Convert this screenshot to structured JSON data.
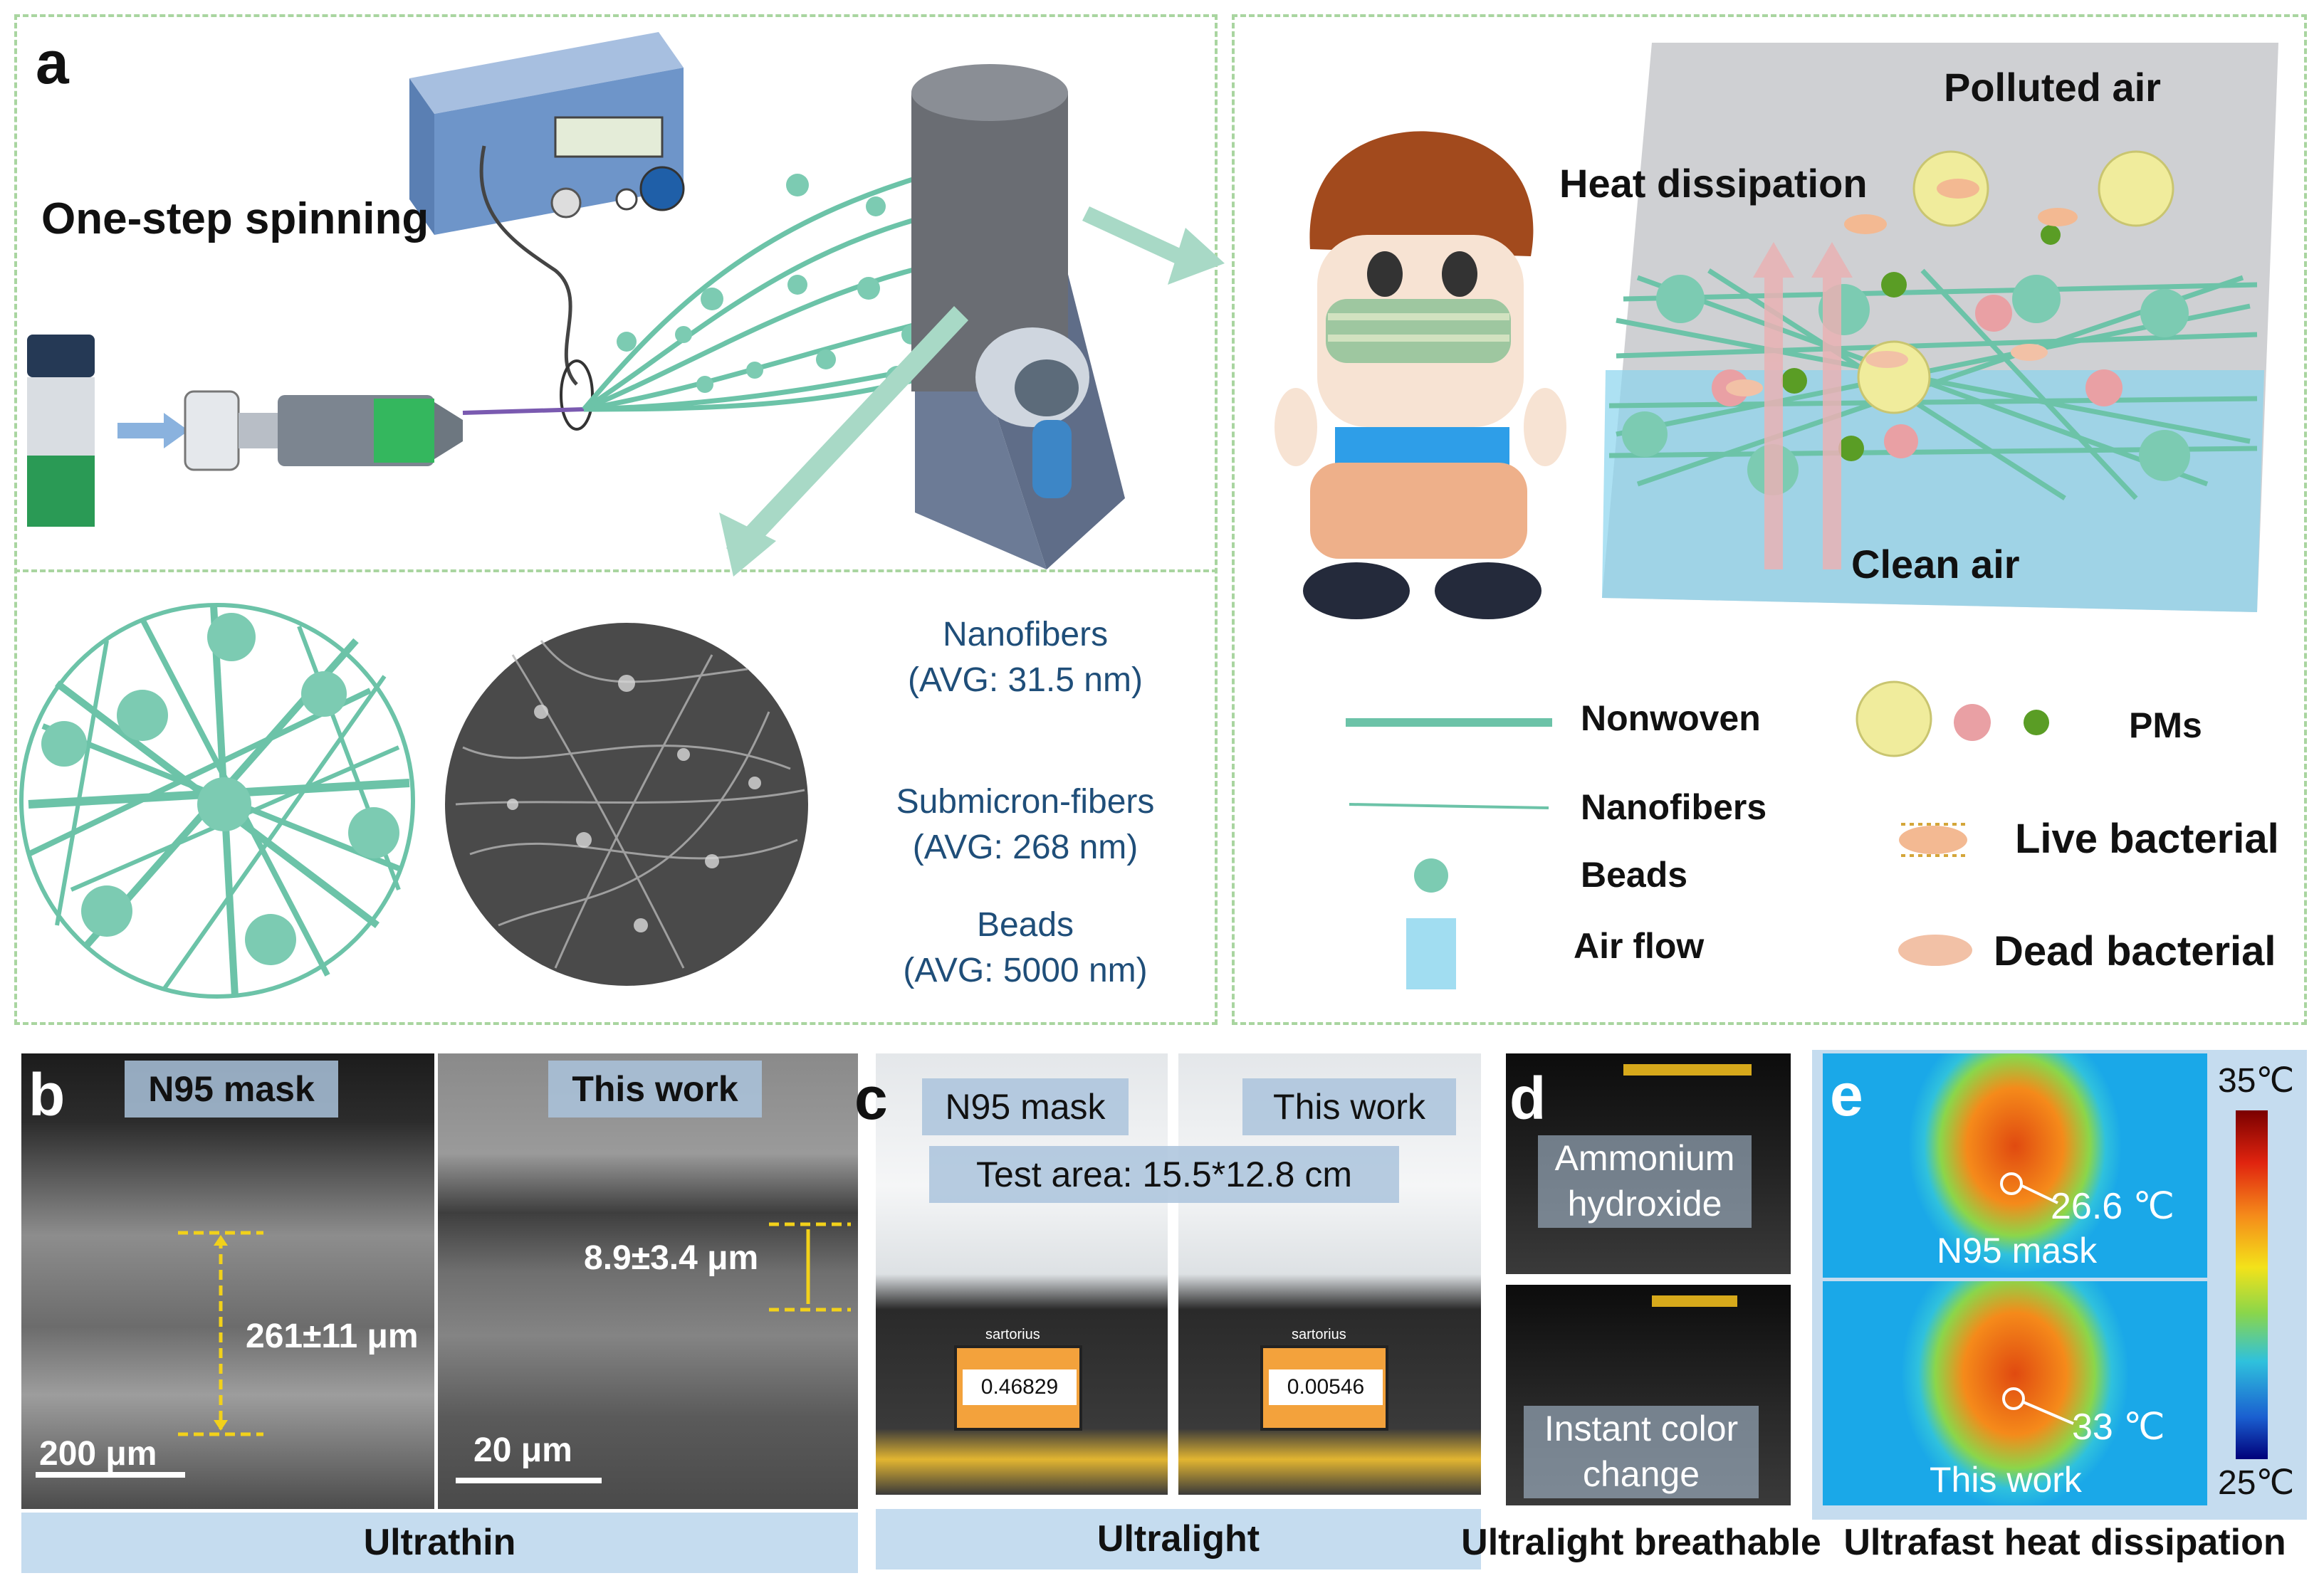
{
  "panels": {
    "a": {
      "letter": "a",
      "spinning_label": "One-step spinning",
      "fiber_stats": [
        {
          "name": "Nanofibers",
          "avg": "(AVG: 31.5 nm)"
        },
        {
          "name": "Submicron-fibers",
          "avg": "(AVG: 268 nm)"
        },
        {
          "name": "Beads",
          "avg": "(AVG: 5000 nm)"
        }
      ],
      "polluted_air": "Polluted air",
      "heat_dissipation": "Heat dissipation",
      "clean_air": "Clean air",
      "legend": {
        "nonwoven": "Nonwoven",
        "nanofibers": "Nanofibers",
        "beads": "Beads",
        "air_flow": "Air flow",
        "pms": "PMs",
        "live_bacterial": "Live bacterial",
        "dead_bacterial": "Dead bacterial"
      }
    },
    "b": {
      "letter": "b",
      "left_tag": "N95 mask",
      "right_tag": "This work",
      "left_thickness": "261±11 μm",
      "right_thickness": "8.9±3.4 μm",
      "left_scale": "200 μm",
      "right_scale": "20 μm",
      "caption": "Ultrathin"
    },
    "c": {
      "letter": "c",
      "left_tag": "N95 mask",
      "right_tag": "This work",
      "test_area": "Test area: 15.5*12.8 cm",
      "left_reading": "0.46829",
      "right_reading": "0.00546",
      "brand": "sartorius",
      "caption": "Ultralight"
    },
    "d": {
      "letter": "d",
      "top_label": "Ammonium hydroxide",
      "bottom_label": "Instant color change",
      "caption": "Ultralight breathable"
    },
    "e": {
      "letter": "e",
      "top_temp": "26.6 ℃",
      "top_label": "N95 mask",
      "bottom_temp": "33 ℃",
      "bottom_label": "This work",
      "scale_max": "35℃",
      "scale_min": "25℃",
      "caption": "Ultrafast heat dissipation"
    }
  },
  "colors": {
    "fiber": "#6cc3a8",
    "bead": "#7ccbb2",
    "dashed_border": "#a9d5a0",
    "caption_strip": "#c5dcef",
    "stat_text": "#1f4e79"
  }
}
